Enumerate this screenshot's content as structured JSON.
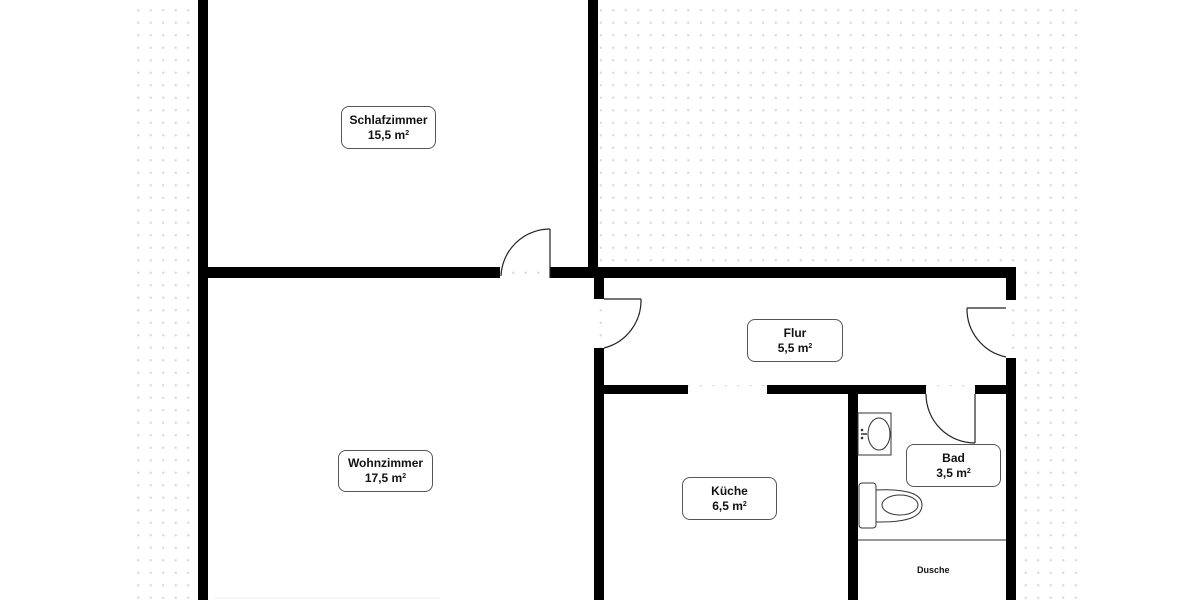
{
  "floorplan": {
    "rooms": [
      {
        "id": "schlafzimmer",
        "name": "Schlafzimmer",
        "area": "15,5 m",
        "unit_sup": "2"
      },
      {
        "id": "wohnzimmer",
        "name": "Wohnzimmer",
        "area": "17,5 m",
        "unit_sup": "2"
      },
      {
        "id": "flur",
        "name": "Flur",
        "area": "5,5 m",
        "unit_sup": "2"
      },
      {
        "id": "kueche",
        "name": "Küche",
        "area": "6,5 m",
        "unit_sup": "2"
      },
      {
        "id": "bad",
        "name": "Bad",
        "area": "3,5 m",
        "unit_sup": "2"
      }
    ],
    "fixtures": {
      "shower_label": "Dusche"
    },
    "colors": {
      "wall": "#000000",
      "background": "#ffffff",
      "grid_dot": "#d9d9d9",
      "label_border": "#555555"
    }
  }
}
